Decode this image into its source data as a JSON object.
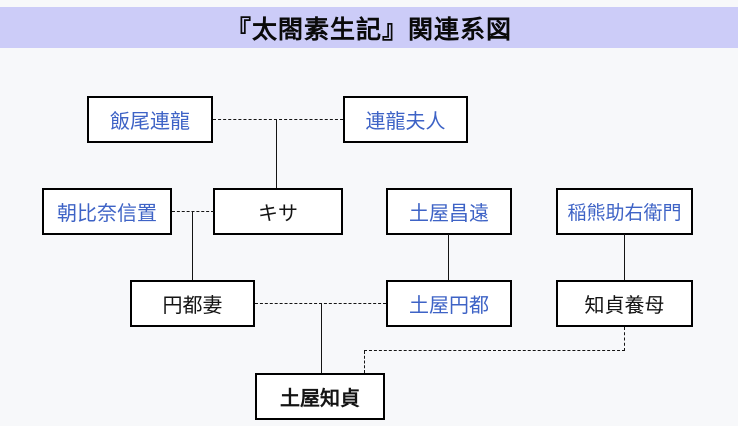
{
  "title": "『太閤素生記』関連系図",
  "colors": {
    "title_band": "#ccccf8",
    "page_background": "#f7f8fa",
    "link_blue": "#3e63c6",
    "plain_text": "#141414",
    "box_border": "#000000",
    "box_fill": "#ffffff"
  },
  "nodes": [
    {
      "id": "iio-tsuratatsu",
      "label": "飯尾連龍",
      "is_link": true,
      "bold": false
    },
    {
      "id": "tsuratatsu-fujin",
      "label": "連龍夫人",
      "is_link": true,
      "bold": false
    },
    {
      "id": "asahina-nobuoki",
      "label": "朝比奈信置",
      "is_link": true,
      "bold": false
    },
    {
      "id": "kisa",
      "label": "キサ",
      "is_link": false,
      "bold": false
    },
    {
      "id": "tsuchiya-masato",
      "label": "土屋昌遠",
      "is_link": true,
      "bold": false
    },
    {
      "id": "inakuma-sukeemon",
      "label": "稲熊助右衛門",
      "is_link": true,
      "bold": false
    },
    {
      "id": "endo-tsuma",
      "label": "円都妻",
      "is_link": false,
      "bold": false
    },
    {
      "id": "tsuchiya-endo",
      "label": "土屋円都",
      "is_link": true,
      "bold": false
    },
    {
      "id": "tomosada-yobo",
      "label": "知貞養母",
      "is_link": false,
      "bold": false
    },
    {
      "id": "tsuchiya-tomosada",
      "label": "土屋知貞",
      "is_link": false,
      "bold": true
    }
  ],
  "edges": [
    {
      "from": "iio-tsuratatsu",
      "to": "tsuratatsu-fujin",
      "style": "dashed",
      "meaning": "couple"
    },
    {
      "from": "iio-tsuratatsu + tsuratatsu-fujin",
      "to": "kisa",
      "style": "solid",
      "meaning": "child"
    },
    {
      "from": "asahina-nobuoki",
      "to": "kisa",
      "style": "dashed",
      "meaning": "couple"
    },
    {
      "from": "asahina-nobuoki + kisa",
      "to": "endo-tsuma",
      "style": "solid",
      "meaning": "child"
    },
    {
      "from": "tsuchiya-masato",
      "to": "tsuchiya-endo",
      "style": "solid",
      "meaning": "child"
    },
    {
      "from": "inakuma-sukeemon",
      "to": "tomosada-yobo",
      "style": "solid",
      "meaning": "child"
    },
    {
      "from": "endo-tsuma",
      "to": "tsuchiya-endo",
      "style": "dashed",
      "meaning": "couple"
    },
    {
      "from": "endo-tsuma + tsuchiya-endo",
      "to": "tsuchiya-tomosada",
      "style": "solid",
      "meaning": "child"
    },
    {
      "from": "tomosada-yobo",
      "to": "tsuchiya-tomosada",
      "style": "dashed",
      "meaning": "adoption"
    }
  ]
}
